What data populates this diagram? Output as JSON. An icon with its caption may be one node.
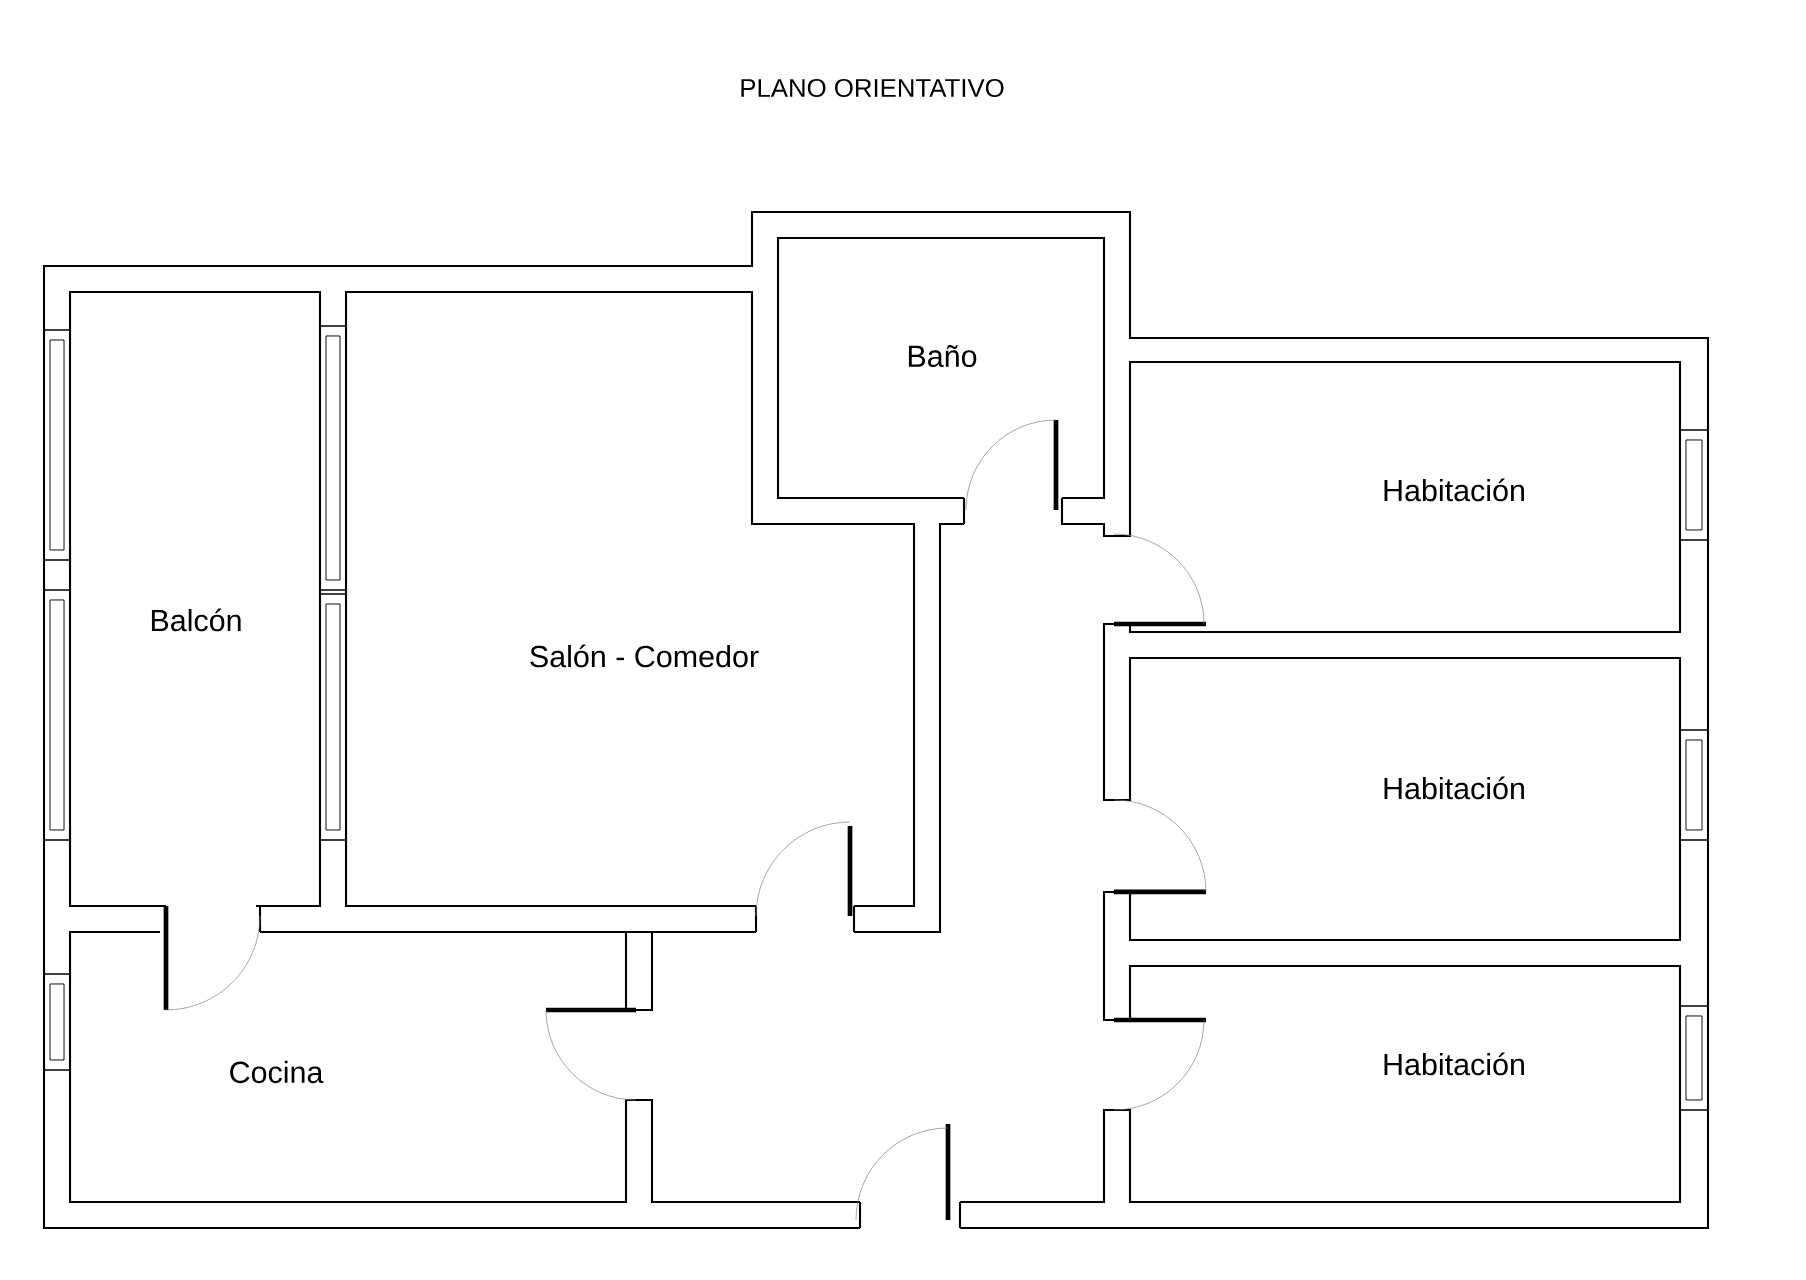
{
  "diagram": {
    "title": "PLANO ORIENTATIVO",
    "nodes": [
      {
        "text": [
          "Baño"
        ]
      },
      {
        "text": [
          "Balcón"
        ]
      },
      {
        "text": [
          "Salón - Comedor"
        ]
      },
      {
        "text": [
          "Habitación"
        ]
      },
      {
        "text": [
          "Habitación"
        ]
      },
      {
        "text": [
          "Cocina"
        ]
      },
      {
        "text": [
          "Habitación"
        ]
      }
    ]
  }
}
